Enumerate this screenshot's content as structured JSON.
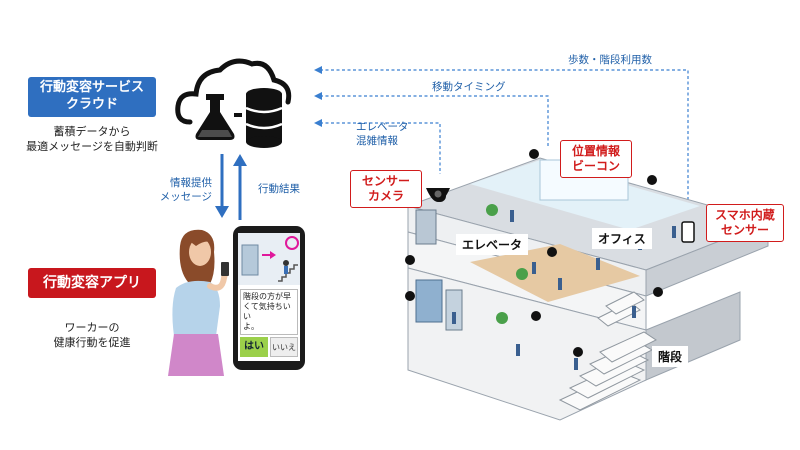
{
  "cloud_box": {
    "line1": "行動変容サービス",
    "line2": "クラウド"
  },
  "cloud_caption": {
    "line1": "蓄積データから",
    "line2": "最適メッセージを自動判断"
  },
  "flow_down": {
    "line1": "情報提供",
    "line2": "メッセージ"
  },
  "flow_up": "行動結果",
  "app_box": "行動変容アプリ",
  "app_caption": {
    "line1": "ワーカーの",
    "line2": "健康行動を促進"
  },
  "phone": {
    "message_line1": "階段の方が早",
    "message_line2": "くて気持ちいい",
    "message_line3": "よ。",
    "yes": "はい",
    "no": "いいえ"
  },
  "arrows": {
    "steps": "歩数・階段利用数",
    "timing": "移動タイミング",
    "elevator_line1": "エレベータ",
    "elevator_line2": "混雑情報"
  },
  "callouts": {
    "sensor_camera_line1": "センサー",
    "sensor_camera_line2": "カメラ",
    "beacon_line1": "位置情報",
    "beacon_line2": "ビーコン",
    "phone_sensor_line1": "スマホ内蔵",
    "phone_sensor_line2": "センサー"
  },
  "building": {
    "elevator": "エレベータ",
    "office": "オフィス",
    "stairs": "階段"
  },
  "colors": {
    "blue": "#2f6fc0",
    "red": "#c8171d",
    "dashed": "#3a7fd0"
  }
}
